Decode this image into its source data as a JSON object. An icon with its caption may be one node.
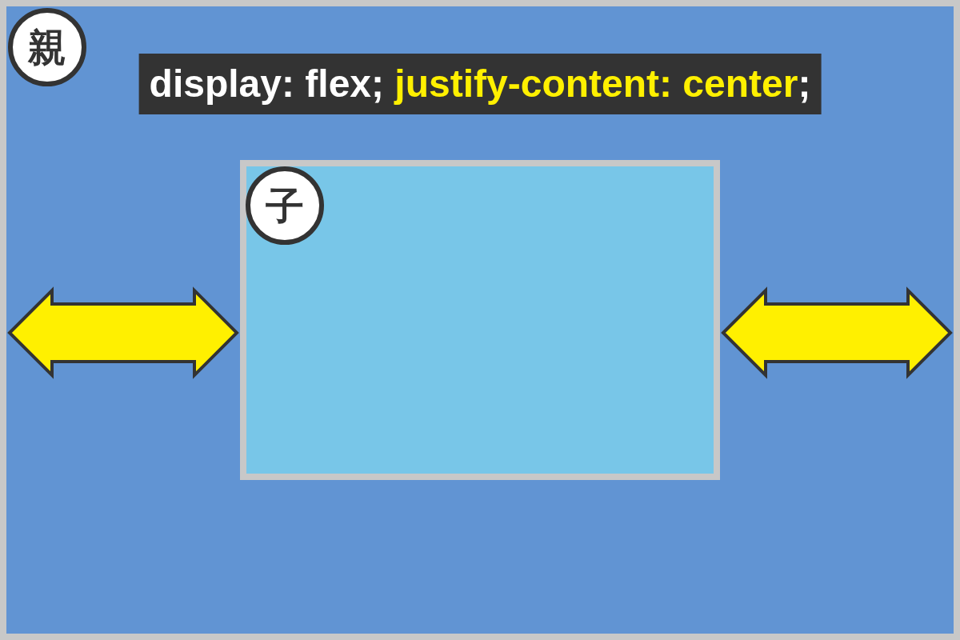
{
  "diagram": {
    "nodes": [
      {
        "text": [],
        "shape": "box"
      },
      {
        "text": [
          "親"
        ],
        "in": 0
      },
      {
        "text": [
          "display: flex; **justify-content: center**;"
        ],
        "in": 0
      },
      {
        "text": [],
        "shape": "box",
        "in": 0
      },
      {
        "text": [
          "子"
        ],
        "in": 3
      }
    ]
  }
}
